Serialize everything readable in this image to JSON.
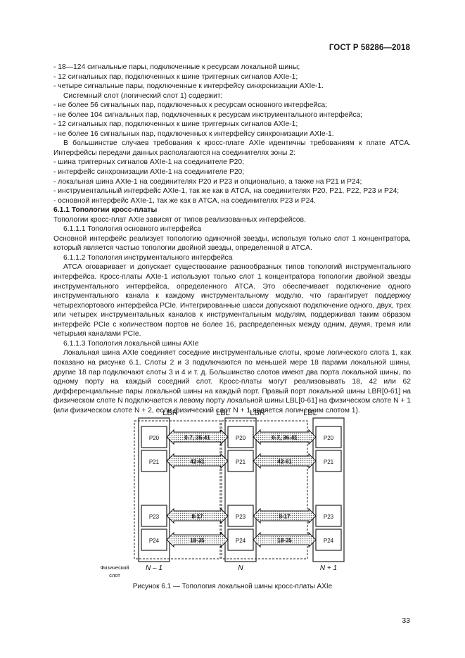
{
  "header": {
    "doc_id": "ГОСТ Р 58286—2018"
  },
  "paragraphs": [
    {
      "text": "- 18—124 сигнальные пары, подключенные к ресурсам локальной шины;",
      "cls": ""
    },
    {
      "text": "- 12 сигнальных пар, подключенных к шине триггерных сигналов AXIe-1;",
      "cls": ""
    },
    {
      "text": "- четыре сигнальные пары, подключенные к интерфейсу синхронизации AXIe-1.",
      "cls": ""
    },
    {
      "text": "Системный слот (логический слот 1) содержит:",
      "cls": "ind"
    },
    {
      "text": "- не более 56 сигнальных пар, подключенных к ресурсам основного интерфейса;",
      "cls": ""
    },
    {
      "text": "- не более 104 сигнальных пар, подключенных к ресурсам инструментального интерфейса;",
      "cls": ""
    },
    {
      "text": "- 12 сигнальных пар, подключенных к шине триггерных сигналов AXIe-1;",
      "cls": ""
    },
    {
      "text": "- не более 16 сигнальных пар, подключенных к интерфейсу синхронизации AXIe-1.",
      "cls": ""
    },
    {
      "text": "В большинстве случаев требования к кросс-плате AXIe идентичны требованиям к плате ATCA. Интерфейсы передачи данных располагаются на соединителях зоны 2:",
      "cls": "ind just"
    },
    {
      "text": "- шина триггерных сигналов AXIe-1 на соединителе P20;",
      "cls": ""
    },
    {
      "text": "- интерфейс синхронизации AXIe-1 на соединителе P20;",
      "cls": ""
    },
    {
      "text": "- локальная шина AXIe-1 на соединителях P20 и P23 и опционально, а также на P21 и P24;",
      "cls": ""
    },
    {
      "text": "- инструментальный интерфейс AXIe-1, так же как в ATCA, на соединителях P20, P21, P22, P23 и P24;",
      "cls": ""
    },
    {
      "text": "- основной интерфейс AXIe-1, так же как в ATCA, на соединителях P23 и P24.",
      "cls": ""
    },
    {
      "text": "6.1.1 Топологии кросс-платы",
      "cls": "b"
    },
    {
      "text": "Топологии кросс-плат AXIe зависят от типов реализованных интерфейсов.",
      "cls": ""
    },
    {
      "text": "6.1.1.1 Топология основного интерфейса",
      "cls": "ind"
    },
    {
      "text": "Основной интерфейс реализует топологию одиночной звезды, используя только слот 1 концентратора, который является частью топологии двойной звезды, определенной в ATCA.",
      "cls": "just"
    },
    {
      "text": "6.1.1.2 Топология инструментального интерфейса",
      "cls": "ind"
    },
    {
      "text": "ATCA оговаривает и допускает существование разнообразных типов топологий инструментального интерфейса. Кросс-платы AXIe-1 используют только слот 1 концентратора топологии двойной звезды инструментального интерфейса, определенного ATCA. Это обеспечивает подключение одного инструментального канала к каждому инструментальному модулю, что гарантирует поддержку четырехпортового интерфейса PCIe. Интегрированные шасси допускают подключение одного, двух, трех или четырех инструментальных каналов к инструментальным модулям, поддерживая таким образом интерфейс PCIe с количеством портов не более 16, распределенных между одним, двумя, тремя или четырьмя каналами PCIe.",
      "cls": "ind just"
    },
    {
      "text": "6.1.1.3 Топология локальной шины AXIe",
      "cls": "ind"
    },
    {
      "text": "Локальная шина AXIe соединяет соседние инструментальные слоты, кроме логического слота 1, как показано на рисунке 6.1. Слоты 2 и 3 подключаются по меньшей мере 18 парами локальной шины, другие 18 пар подключают слоты 3 и 4 и т. д. Большинство слотов имеют два порта локальной шины, по одному порту на каждый соседний слот. Кросс-платы могут реализовывать 18, 42 или 62 дифференциальные пары локальной шины на каждый порт. Правый порт локальной шины LBR[0-61] на физическом слоте N подключается к левому порту локальной шины LBL[0-61] на физическом слоте N + 1 (или физическом слоте N + 2, если физический слот N + 1 является логическим слотом 1).",
      "cls": "ind just"
    }
  ],
  "figure": {
    "top_labels": [
      "LBR",
      "LBL",
      "LBR",
      "LBL"
    ],
    "connectors": [
      "P20",
      "P21",
      "P23",
      "P24"
    ],
    "arrow_labels": [
      "0-7, 36-41",
      "42-61",
      "8-17",
      "18-35"
    ],
    "slot_labels": [
      "N – 1",
      "N",
      "N + 1"
    ],
    "axis_label_line1": "Физический",
    "axis_label_line2": "слот"
  },
  "caption": "Рисунок 6.1 — Топология локальной шины кросс-платы AXIe",
  "page_number": "33"
}
